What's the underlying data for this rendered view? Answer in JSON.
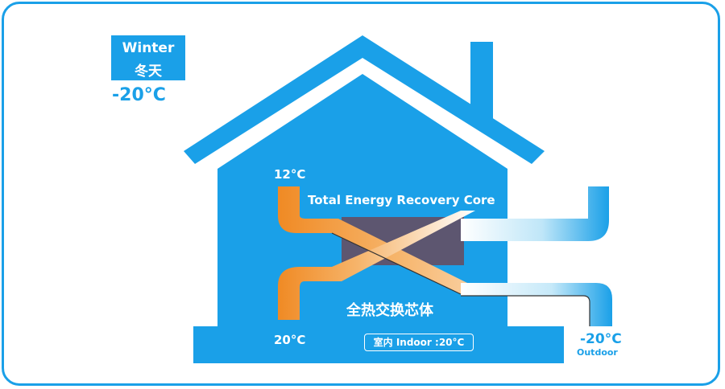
{
  "season": {
    "english": "Winter",
    "chinese": "冬天",
    "outdoor_temp": "-20°C"
  },
  "labels": {
    "exhaust_temp": "12°C",
    "supply_temp": "20°C",
    "core_en": "Total Energy Recovery  Core",
    "core_cn": "全热交换芯体",
    "indoor": "室内 Indoor :20°C",
    "outdoor_temp": "-20°C",
    "outdoor": "Outdoor"
  },
  "colors": {
    "blue": "#1aa0e8",
    "orange": "#f08a24",
    "core": "#5d5670",
    "frame": "#1aa0e8"
  }
}
